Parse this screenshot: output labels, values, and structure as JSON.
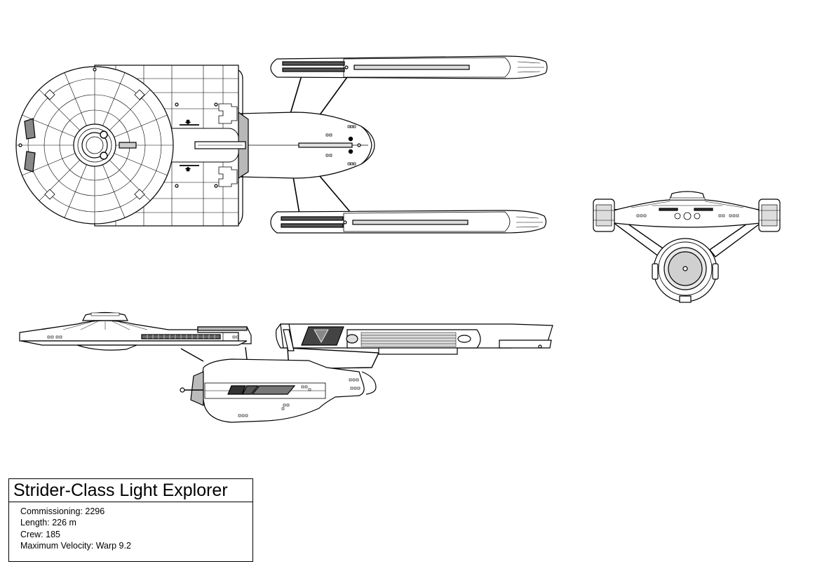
{
  "title": "Strider-Class Light Explorer",
  "specs": [
    {
      "label": "Commissioning:",
      "value": "2296"
    },
    {
      "label": "Length:",
      "value": "226 m"
    },
    {
      "label": "Crew:",
      "value": "185"
    },
    {
      "label": "Maximum Velocity:",
      "value": "Warp 9.2"
    }
  ],
  "views": [
    {
      "id": "top-view",
      "name": "dorsal"
    },
    {
      "id": "front-view",
      "name": "front"
    },
    {
      "id": "side-view",
      "name": "profile"
    }
  ],
  "colors": {
    "line": "#000000",
    "fill": "#ffffff",
    "shade": "#888888",
    "light": "#d0d0d0"
  }
}
